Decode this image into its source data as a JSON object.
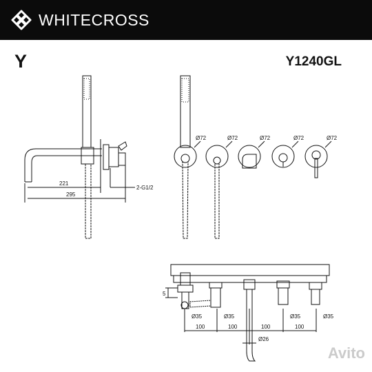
{
  "header": {
    "brand": "WHITECROSS"
  },
  "series_letter": "Y",
  "model_code": "Y1240GL",
  "side_view": {
    "dim_spout": "221",
    "dim_total": "295",
    "dim_thread": "2-G1/2"
  },
  "front_view": {
    "diameters": [
      "Ø72",
      "Ø72",
      "Ø72",
      "Ø72",
      "Ø72"
    ]
  },
  "bottom_view": {
    "dim_depth": "5",
    "base_diameters": [
      "Ø35",
      "Ø35",
      "Ø35",
      "Ø35"
    ],
    "spacings": [
      "100",
      "100",
      "100",
      "100"
    ],
    "spout_diameter": "Ø26"
  },
  "watermark": {
    "text": "Avito"
  },
  "colors": {
    "header_bg": "#0b0b0b",
    "line": "#111111"
  }
}
